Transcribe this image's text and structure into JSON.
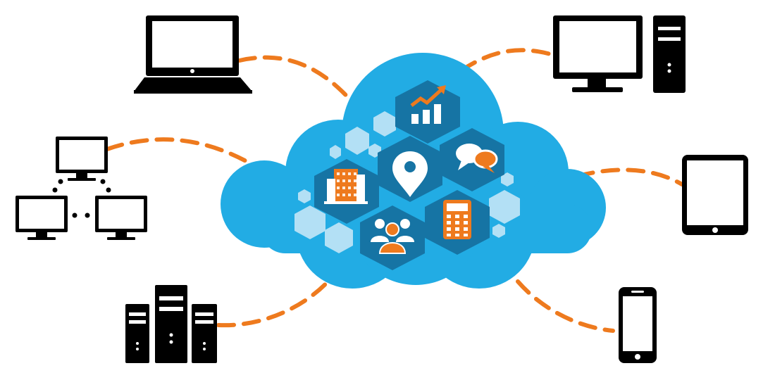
{
  "colors": {
    "cloud": "#22ace4",
    "hex_dark": "#1674a4",
    "hex_light": "#b3e0f5",
    "accent": "#ee7a1e",
    "device": "#000000",
    "background": "#ffffff"
  },
  "hub": {
    "shape": "cloud",
    "services": [
      {
        "name": "growth-chart-icon"
      },
      {
        "name": "location-pin-icon"
      },
      {
        "name": "chat-bubbles-icon"
      },
      {
        "name": "office-building-icon"
      },
      {
        "name": "user-group-icon"
      },
      {
        "name": "calculator-icon"
      }
    ]
  },
  "devices": [
    {
      "name": "laptop-icon",
      "position": "top-left"
    },
    {
      "name": "desktop-tower-icon",
      "position": "top-right"
    },
    {
      "name": "network-computers-icon",
      "position": "left"
    },
    {
      "name": "tablet-icon",
      "position": "right"
    },
    {
      "name": "server-rack-icon",
      "position": "bottom-left"
    },
    {
      "name": "smartphone-icon",
      "position": "bottom-right"
    }
  ],
  "connection_style": "dashed"
}
